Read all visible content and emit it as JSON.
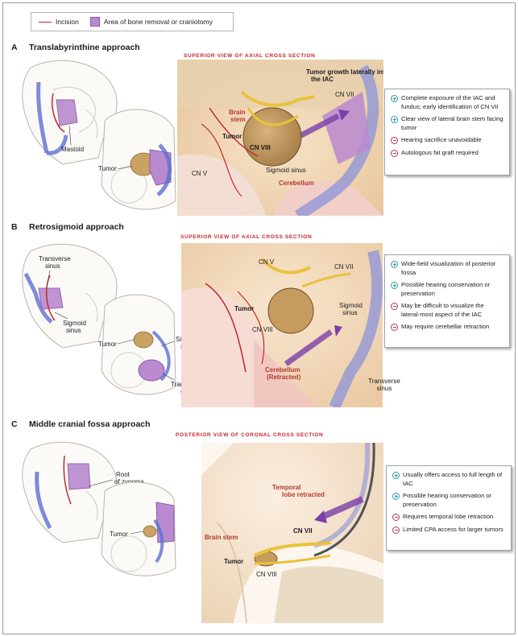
{
  "legend": {
    "incision_label": "Incision",
    "bone_removal_label": "Area of bone removal or craniotomy",
    "incision_color": "#c0282d",
    "bone_removal_color": "#b98ad0"
  },
  "sections": [
    {
      "letter": "A",
      "title": "Translabyrinthine approach",
      "view_title": "SUPERIOR VIEW OF AXIAL CROSS SECTION",
      "labels": {
        "mastoid": "Mastoid",
        "tumor_small": "Tumor",
        "cn_v": "CN V",
        "brain_stem": "Brain stem",
        "tumor": "Tumor",
        "cn_viii": "CN VIII",
        "growth": "Tumor growth laterally into the IAC",
        "cn_vii": "CN VII",
        "sigmoid_sinus": "Sigmoid sinus",
        "cerebellum": "Cerebellum"
      },
      "items": [
        {
          "icon": "plus",
          "text": "Complete exposure of the IAC and fundus; early identification of CN VII"
        },
        {
          "icon": "plus",
          "text": "Clear view of lateral brain stem facing tumor"
        },
        {
          "icon": "minus",
          "text": "Hearing sacrifice unavoidable"
        },
        {
          "icon": "minus",
          "text": "Autologous fat graft required"
        }
      ]
    },
    {
      "letter": "B",
      "title": "Retrosigmoid approach",
      "view_title": "SUPERIOR VIEW OF AXIAL CROSS SECTION",
      "labels": {
        "transverse_sinus": "Transverse sinus",
        "sigmoid_sinus": "Sigmoid sinus",
        "tumor_small": "Tumor",
        "sigmoid_sinus_2": "Sigmoid sinus",
        "transverse_sinus_2": "Transverse sinus",
        "cn_v": "CN V",
        "cn_vii": "CN VII",
        "tumor": "Tumor",
        "cn_viii": "CN VIII",
        "sigmoid_sinus_3": "Sigmoid sinus",
        "cerebellum": "Cerebellum (Retracted)",
        "transverse_sinus_3": "Transverse sinus"
      },
      "items": [
        {
          "icon": "plus",
          "text": "Wide-field visualization of posterior fossa"
        },
        {
          "icon": "plus",
          "text": "Possible hearing conservation or preservation"
        },
        {
          "icon": "minus",
          "text": "May be difficult to visualize the lateral-most aspect of the IAC"
        },
        {
          "icon": "minus",
          "text": "May require cerebellar retraction"
        }
      ]
    },
    {
      "letter": "C",
      "title": "Middle cranial fossa approach",
      "view_title": "POSTERIOR VIEW OF CORONAL CROSS SECTION",
      "labels": {
        "root_zygoma": "Root of zygoma",
        "tumor_small": "Tumor",
        "brain_stem": "Brain stem",
        "temporal_lobe": "Temporal lobe retracted",
        "cn_vii": "CN VII",
        "tumor": "Tumor",
        "cn_viii": "CN VIII"
      },
      "items": [
        {
          "icon": "plus",
          "text": "Usually offers access to full length of IAC"
        },
        {
          "icon": "plus",
          "text": "Possible hearing conservation or preservation"
        },
        {
          "icon": "minus",
          "text": "Requires temporal lobe retraction"
        },
        {
          "icon": "minus",
          "text": "Limited CPA access for larger tumors"
        }
      ]
    }
  ]
}
